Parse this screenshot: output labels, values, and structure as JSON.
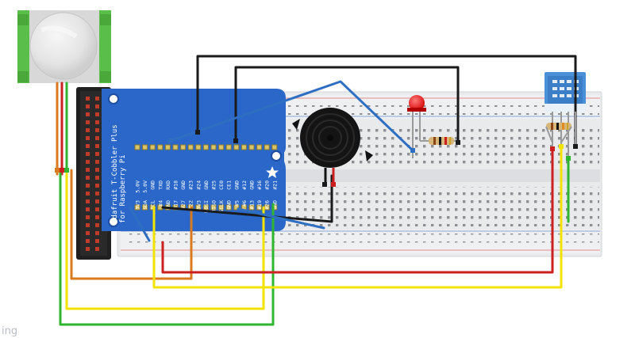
{
  "cobbler": {
    "title_line1": "Adafruit T-Cobbler Plus",
    "title_line2": "for Raspberry Pi",
    "top_pins": [
      "5.0V",
      "5.0V",
      "GND",
      "TXD",
      "RXD",
      "#18",
      "GND",
      "#23",
      "#24",
      "GND",
      "#25",
      "CE0",
      "CE1",
      "GND",
      "#12",
      "GND",
      "#16",
      "#20",
      "#21"
    ],
    "bottom_pins": [
      "3V3",
      "SDA",
      "SCL",
      "#4",
      "GND",
      "#17",
      "#27",
      "#22",
      "3V3",
      "MOSI",
      "MISO",
      "SCLK",
      "GND",
      "#5",
      "#6",
      "#13",
      "#19",
      "#26",
      "GND"
    ]
  },
  "components": {
    "pir_sensor": "PIR motion sensor",
    "buzzer": "piezo buzzer",
    "led": "red LED",
    "resistor_led": "resistor",
    "resistor_dht": "resistor",
    "dht_sensor": "DHT temperature/humidity sensor"
  },
  "wire_colors": {
    "black": "#1a1a1a",
    "blue": "#2f6fc1",
    "red": "#cc1f1f",
    "yellow": "#f2e300",
    "green": "#2fb52f",
    "orange": "#d97a1f"
  },
  "breadboard_color": "#e9eaec",
  "cobbler_color": "#2a67c9",
  "watermark": "ing"
}
